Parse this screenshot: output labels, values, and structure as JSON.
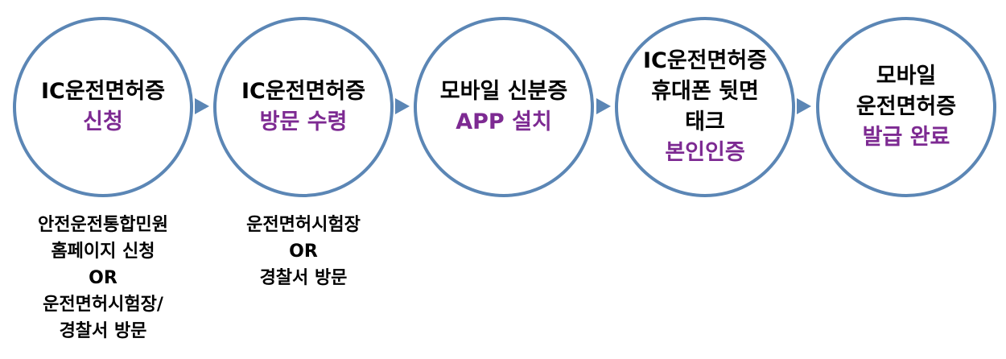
{
  "colors": {
    "circle_border": "#5b86b5",
    "arrow": "#5b86b5",
    "accent_text": "#7d2a92",
    "text": "#000000"
  },
  "steps": [
    {
      "lines": [
        "IC운전면허증"
      ],
      "accent": [
        "신청"
      ]
    },
    {
      "lines": [
        "IC운전면허증"
      ],
      "accent": [
        "방문 수령"
      ]
    },
    {
      "lines": [
        "모바일 신분증"
      ],
      "accent": [
        "APP 설치"
      ]
    },
    {
      "lines": [
        "IC운전면허증",
        "휴대폰 뒷면",
        "태크"
      ],
      "accent": [
        "본인인증"
      ]
    },
    {
      "lines": [
        "모바일",
        "운전면허증"
      ],
      "accent": [
        "발급 완료"
      ]
    }
  ],
  "notes": [
    {
      "lines": [
        "안전운전통합민원",
        "홈페이지 신청",
        "OR",
        "운전면허시험장/",
        "경찰서 방문"
      ]
    },
    {
      "lines": [
        "운전면허시험장",
        "OR",
        "경찰서 방문"
      ]
    }
  ]
}
